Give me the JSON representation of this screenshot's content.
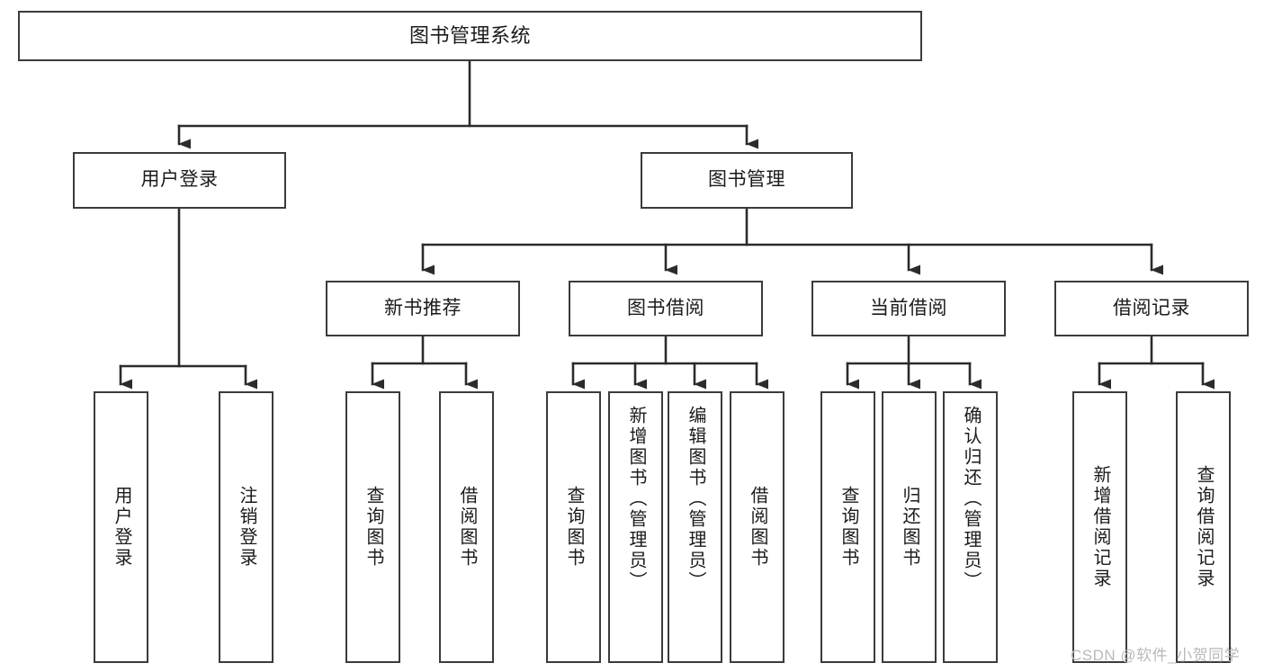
{
  "diagram": {
    "title": "图书管理系统",
    "colors": {
      "node_border": "#3b3b3b",
      "node_fill": "#ffffff",
      "edge": "#2b2b2b",
      "text": "#1b1b1b",
      "watermark": "#b9b9b9",
      "background": "#ffffff"
    },
    "nodes": {
      "root": {
        "label": "图书管理系统"
      },
      "level2": [
        {
          "id": "user-login",
          "label": "用户登录"
        },
        {
          "id": "book-manage",
          "label": "图书管理"
        }
      ],
      "level3": [
        {
          "id": "new-book-recommend",
          "label": "新书推荐"
        },
        {
          "id": "book-borrow",
          "label": "图书借阅"
        },
        {
          "id": "current-borrow",
          "label": "当前借阅"
        },
        {
          "id": "borrow-record",
          "label": "借阅记录"
        }
      ],
      "leaves": {
        "user_login": [
          {
            "id": "leaf-user-login",
            "label": "用户登录"
          },
          {
            "id": "leaf-logout-login",
            "label": "注销登录"
          }
        ],
        "new_book_recommend": [
          {
            "id": "leaf-query-book-1",
            "label": "查询图书"
          },
          {
            "id": "leaf-borrow-book-1",
            "label": "借阅图书"
          }
        ],
        "book_borrow": [
          {
            "id": "leaf-query-book-2",
            "label": "查询图书"
          },
          {
            "id": "leaf-add-book",
            "label": "新增图书（管理员）"
          },
          {
            "id": "leaf-edit-book",
            "label": "编辑图书（管理员）"
          },
          {
            "id": "leaf-borrow-book-2",
            "label": "借阅图书"
          }
        ],
        "current_borrow": [
          {
            "id": "leaf-query-book-3",
            "label": "查询图书"
          },
          {
            "id": "leaf-return-book",
            "label": "归还图书"
          },
          {
            "id": "leaf-confirm-return",
            "label": "确认归还（管理员）"
          }
        ],
        "borrow_record": [
          {
            "id": "leaf-add-record",
            "label": "新增借阅记录"
          },
          {
            "id": "leaf-query-record",
            "label": "查询借阅记录"
          }
        ]
      }
    },
    "watermark": "CSDN @软件_小贺同学"
  }
}
